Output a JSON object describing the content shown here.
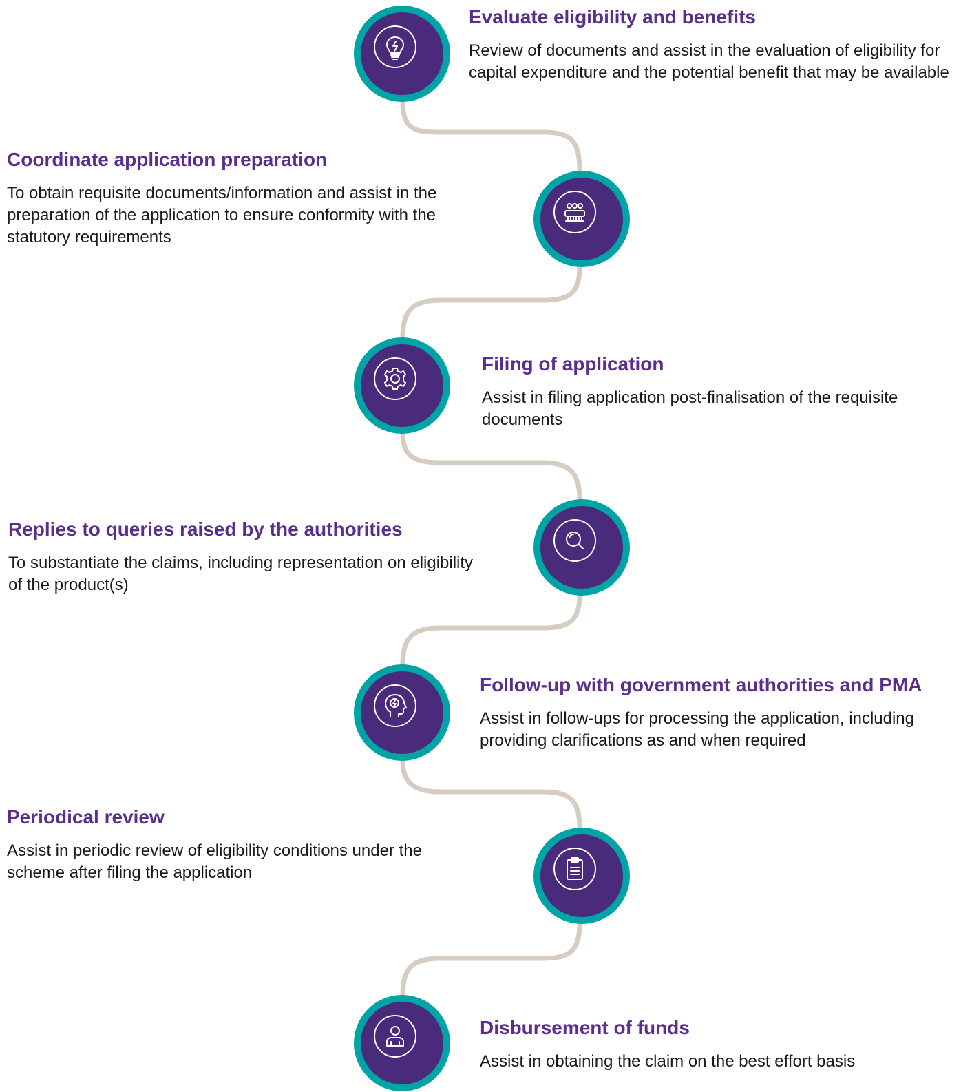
{
  "steps": [
    {
      "title": "Evaluate eligibility and benefits",
      "description": "Review of documents and assist in the evaluation of eligibility for capital expenditure and the potential benefit that may be available",
      "icon": "lightbulb-icon"
    },
    {
      "title": "Coordinate application preparation",
      "description": "To obtain requisite documents/information and assist in the preparation of the application to ensure conformity with the statutory requirements",
      "icon": "network-hub-icon"
    },
    {
      "title": "Filing of application",
      "description": "Assist in filing application post-finalisation of the requisite documents",
      "icon": "gear-icon"
    },
    {
      "title": "Replies to queries raised by the authorities",
      "description": "To substantiate the claims, including representation on eligibility of the product(s)",
      "icon": "magnifier-icon"
    },
    {
      "title": "Follow-up with government authorities and PMA",
      "description": "Assist in follow-ups for processing the application, including providing clarifications as and when required",
      "icon": "head-idea-icon"
    },
    {
      "title": "Periodical review",
      "description": "Assist in periodic review of eligibility conditions under the scheme after filing the application",
      "icon": "clipboard-icon"
    },
    {
      "title": "Disbursement of funds",
      "description": "Assist in obtaining the claim on the best effort basis",
      "icon": "person-icon"
    }
  ],
  "colors": {
    "node_ring": "#00a3a6",
    "node_fill": "#4a2a7a",
    "title": "#5b2d8c",
    "connector": "#d6cdc2",
    "text": "#1a1a1a"
  }
}
